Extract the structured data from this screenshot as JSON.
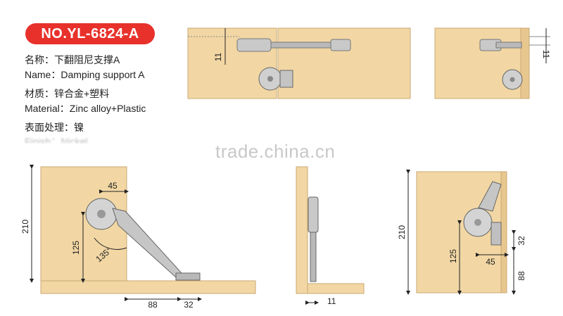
{
  "badge": "NO.YL-6824-A",
  "specs": {
    "name_cn": "名称：下翻阻尼支撑A",
    "name_en": "Name：Damping support A",
    "material_cn": "材质：锌合金+塑料",
    "material_en": "Material：Zinc alloy+Plastic",
    "finish_cn": "表面处理：镍",
    "finish_en": "Finish：Nickel"
  },
  "watermark": "trade.china.cn",
  "dimensions": {
    "top_left_gap": "11",
    "top_right_gap": "11",
    "height_left": "210",
    "offset_45_left": "45",
    "height_125_left": "125",
    "angle": "135°",
    "base_88_left": "88",
    "base_32_left": "32",
    "side_gap": "11",
    "height_right": "210",
    "height_125_right": "125",
    "offset_45_right": "45",
    "offset_32_right": "32",
    "base_88_right": "88"
  },
  "colors": {
    "panel": "#f2d7a4",
    "panel_edge": "#c9a874",
    "badge": "#e8312b",
    "metal": "#b9b9b9"
  }
}
